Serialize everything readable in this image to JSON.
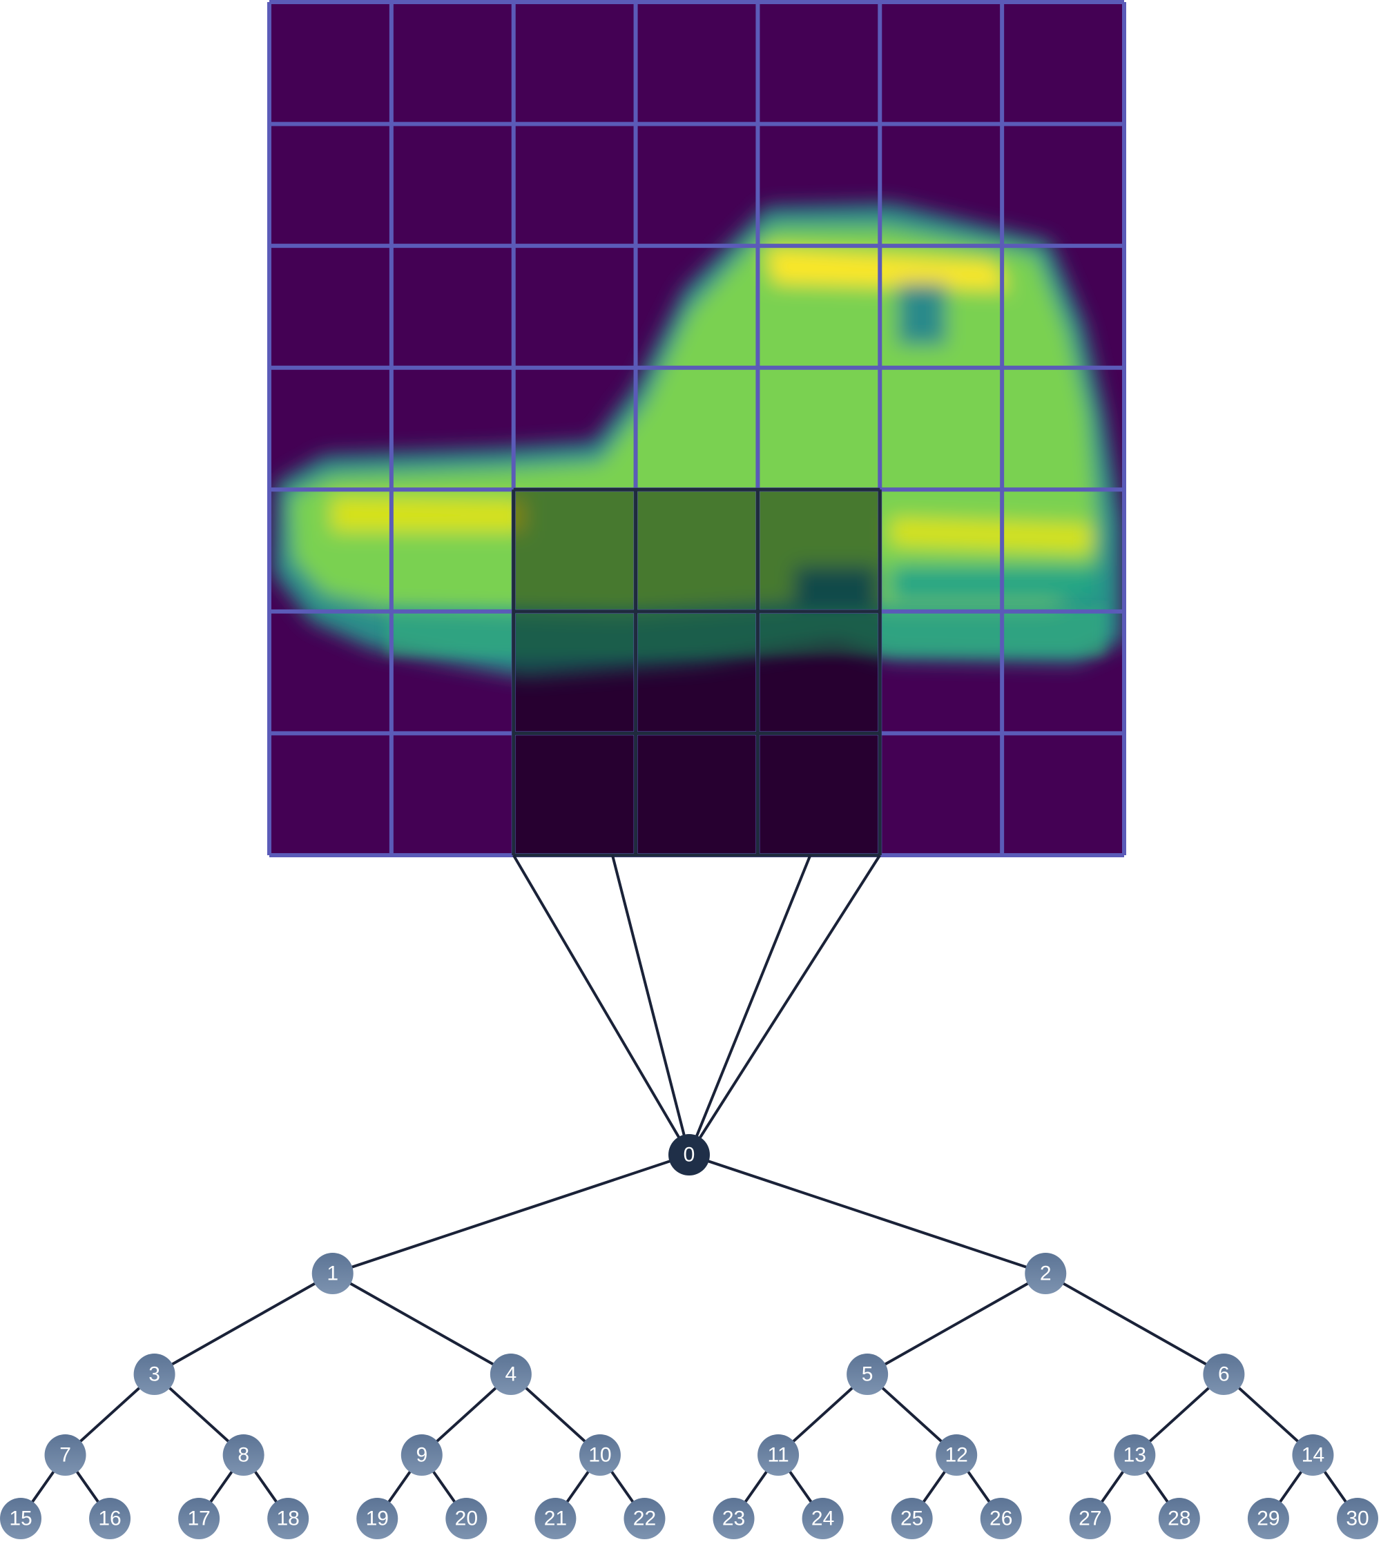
{
  "figure": {
    "grid": {
      "rows": 7,
      "cols": 7,
      "highlight": {
        "row_start": 4,
        "row_end": 6,
        "col_start": 2,
        "col_end": 4
      }
    },
    "tree": {
      "root": "0",
      "levels": [
        [
          "0"
        ],
        [
          "1",
          "2"
        ],
        [
          "3",
          "4",
          "5",
          "6"
        ],
        [
          "7",
          "8",
          "9",
          "10",
          "11",
          "12",
          "13",
          "14"
        ],
        [
          "15",
          "16",
          "17",
          "18",
          "19",
          "20",
          "21",
          "22",
          "23",
          "24",
          "25",
          "26",
          "27",
          "28",
          "29",
          "30"
        ]
      ]
    },
    "colors": {
      "heatmap_background": "#440154",
      "heatmap_mid": "#21918c",
      "heatmap_high": "#7ad151",
      "heatmap_peak": "#fde725",
      "grid_lines": "#5b5bb8",
      "highlight_border": "#1f2b3d",
      "highlight_shade": "#000000",
      "edge": "#1a2238",
      "root_node": "#1f2f48",
      "node_top": "#5c7495",
      "node_bottom": "#7d93b0",
      "node_text": "#ffffff"
    }
  }
}
